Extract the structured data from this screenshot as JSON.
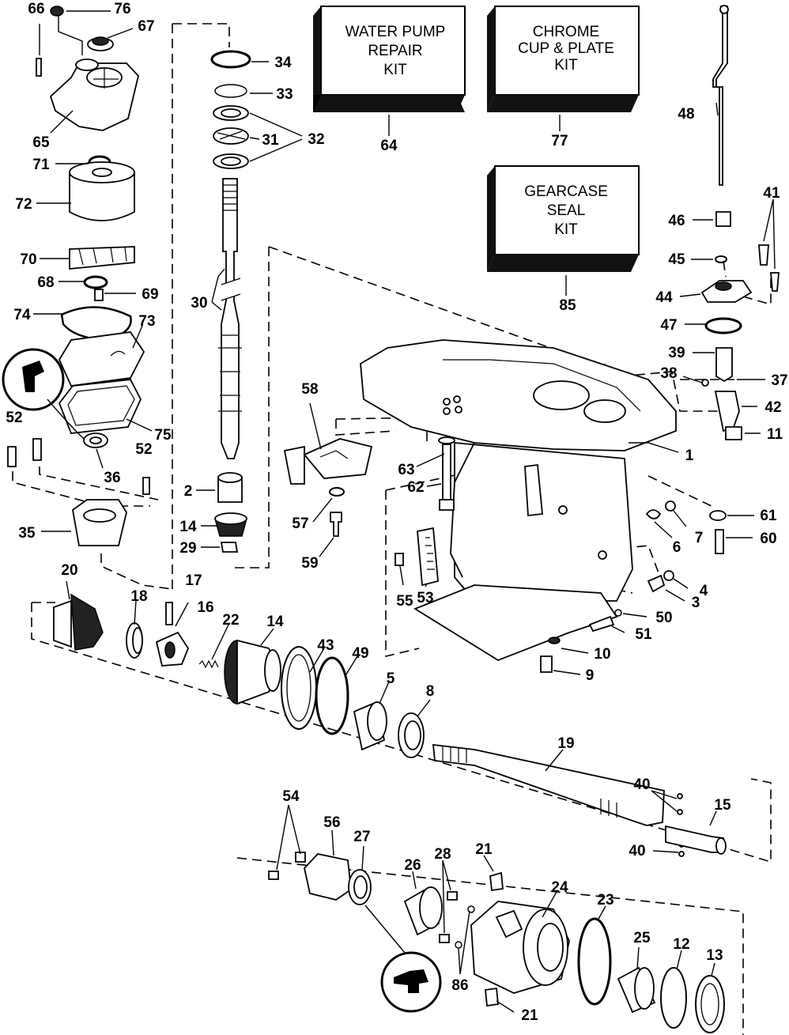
{
  "kits": [
    {
      "id": "kit-64",
      "lines": [
        "WATER PUMP",
        "REPAIR",
        "KIT"
      ],
      "number": "64"
    },
    {
      "id": "kit-77",
      "lines": [
        "CHROME",
        "CUP & PLATE",
        "KIT"
      ],
      "number": "77"
    },
    {
      "id": "kit-85",
      "lines": [
        "GEARCASE",
        "SEAL",
        "KIT"
      ],
      "number": "85"
    }
  ],
  "callouts": {
    "c66": "66",
    "c76": "76",
    "c67": "67",
    "c65": "65",
    "c71": "71",
    "c72": "72",
    "c70": "70",
    "c68": "68",
    "c69": "69",
    "c74": "74",
    "c73": "73",
    "c75": "75",
    "c36": "36",
    "c52a": "52",
    "c52b": "52",
    "c35": "35",
    "c34": "34",
    "c33": "33",
    "c32": "32",
    "c31": "31",
    "c30": "30",
    "c2": "2",
    "c14a": "14",
    "c29": "29",
    "c20": "20",
    "c18": "18",
    "c17": "17",
    "c16": "16",
    "c22": "22",
    "c14b": "14",
    "c43": "43",
    "c49": "49",
    "c5": "5",
    "c8": "8",
    "c58": "58",
    "c63": "63",
    "c62": "62",
    "c57": "57",
    "c59": "59",
    "c55": "55",
    "c53": "53",
    "c1": "1",
    "c48": "48",
    "c41": "41",
    "c46": "46",
    "c45": "45",
    "c44": "44",
    "c47": "47",
    "c39": "39",
    "c38": "38",
    "c37": "37",
    "c42": "42",
    "c11": "11",
    "c61": "61",
    "c7": "7",
    "c6": "6",
    "c60": "60",
    "c4": "4",
    "c3": "3",
    "c50": "50",
    "c51": "51",
    "c10": "10",
    "c9": "9",
    "c19": "19",
    "c40a": "40",
    "c40b": "40",
    "c15": "15",
    "c54": "54",
    "c56": "56",
    "c27": "27",
    "c26": "26",
    "c28": "28",
    "c21a": "21",
    "c24": "24",
    "c23": "23",
    "c25": "25",
    "c12": "12",
    "c13": "13",
    "c86": "86",
    "c21b": "21"
  }
}
